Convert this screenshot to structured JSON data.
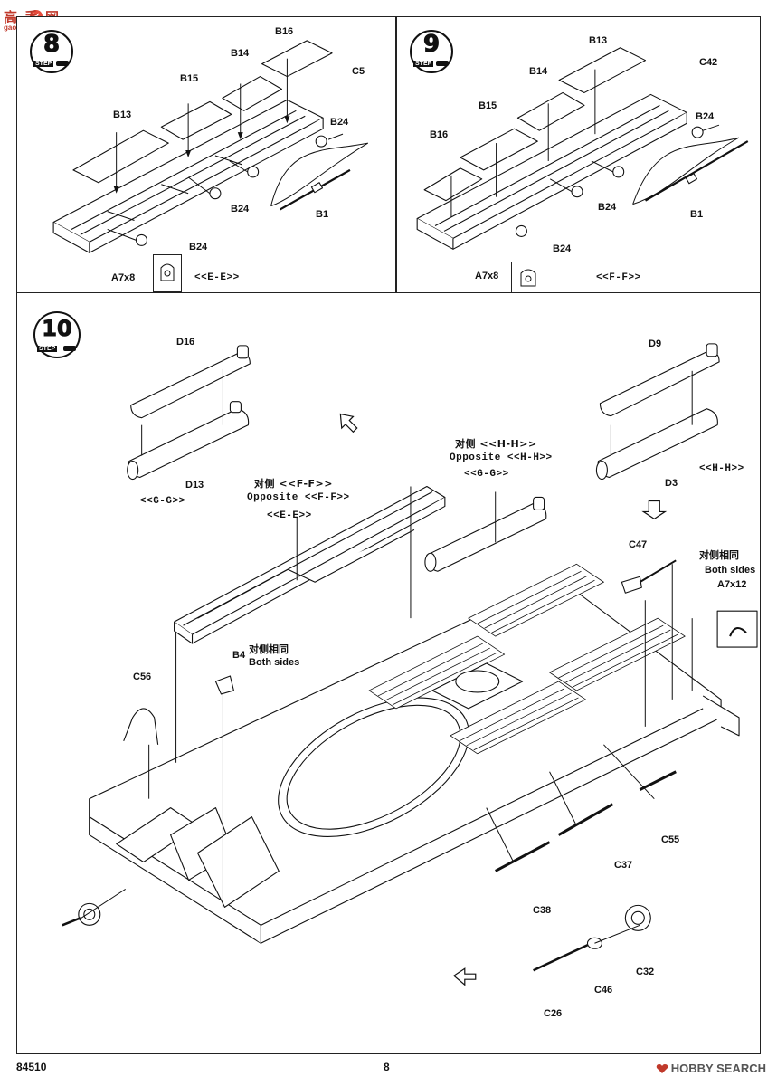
{
  "site_logo": {
    "text": "高手网",
    "sub": "gao-shou.com"
  },
  "steps": [
    {
      "number": "8",
      "word": "STEP"
    },
    {
      "number": "9",
      "word": "STEP"
    },
    {
      "number": "10",
      "word": "STEP"
    }
  ],
  "step8": {
    "labels": [
      "B16",
      "B14",
      "B15",
      "C5",
      "B13",
      "B24",
      "B24",
      "B1",
      "B24",
      "A7x8"
    ],
    "ref": "<<E-E>>"
  },
  "step9": {
    "labels": [
      "B13",
      "C42",
      "B14",
      "B15",
      "B24",
      "B16",
      "B24",
      "B1",
      "B24",
      "A7x8"
    ],
    "ref": "<<F-F>>"
  },
  "step10": {
    "labels": {
      "D16": "D16",
      "D13": "D13",
      "D9": "D9",
      "D3": "D3",
      "C47": "C47",
      "C56": "C56",
      "B4": "B4",
      "C55": "C55",
      "C37": "C37",
      "C38": "C38",
      "C32": "C32",
      "C46": "C46",
      "C26": "C26",
      "A7x12": "A7x12"
    },
    "refs": {
      "gg_left": "<<G-G>>",
      "hh_right": "<<H-H>>",
      "opp_cn_1": "对侧 <<F-F>>",
      "opp_en_1": "Opposite <<F-F>>",
      "ee": "<<E-E>>",
      "opp_cn_2": "对侧 <<H-H>>",
      "opp_en_2": "Opposite <<H-H>>",
      "gg_mid": "<<G-G>>"
    },
    "notes": {
      "both_cn_1": "对侧相同",
      "both_en_1": "Both sides",
      "both_cn_2": "对侧相同",
      "both_en_2": "Both sides"
    }
  },
  "footer": {
    "kit_number": "84510",
    "page_number": "8",
    "watermark": "HOBBY SEARCH"
  }
}
